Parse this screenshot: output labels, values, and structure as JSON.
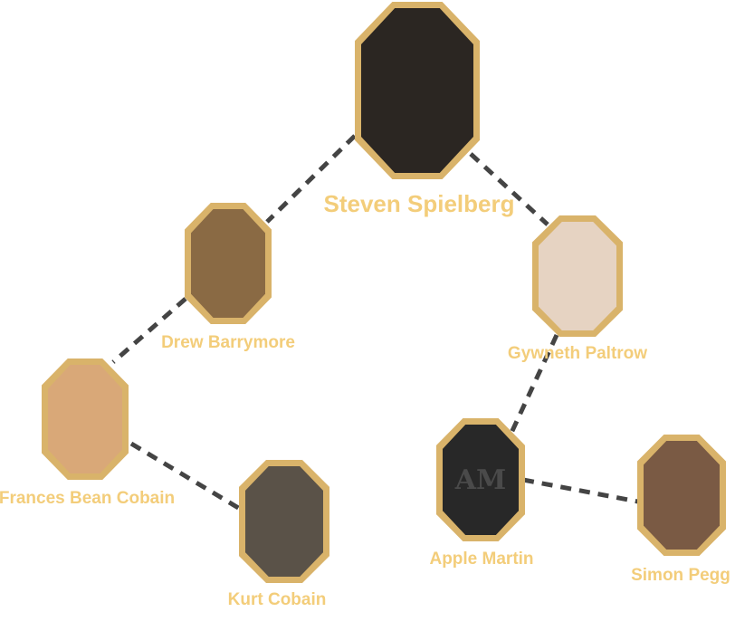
{
  "nodes": [
    {
      "name": "Steven Spielberg",
      "initials": "",
      "bg": "#2b2622"
    },
    {
      "name": "Drew Barrymore",
      "initials": "",
      "bg": "#8a6a44"
    },
    {
      "name": "Gywneth Paltrow",
      "initials": "",
      "bg": "#e6d3c2"
    },
    {
      "name": "Frances Bean Cobain",
      "initials": "",
      "bg": "#d9a878"
    },
    {
      "name": "Kurt Cobain",
      "initials": "",
      "bg": "#5a5248"
    },
    {
      "name": "Apple Martin",
      "initials": "AM",
      "bg": "#282828"
    },
    {
      "name": "Simon Pegg",
      "initials": "",
      "bg": "#7a5a44"
    }
  ],
  "edges": [
    [
      "Steven Spielberg",
      "Drew Barrymore"
    ],
    [
      "Steven Spielberg",
      "Gywneth Paltrow"
    ],
    [
      "Drew Barrymore",
      "Frances Bean Cobain"
    ],
    [
      "Frances Bean Cobain",
      "Kurt Cobain"
    ],
    [
      "Gywneth Paltrow",
      "Apple Martin"
    ],
    [
      "Apple Martin",
      "Simon Pegg"
    ]
  ]
}
